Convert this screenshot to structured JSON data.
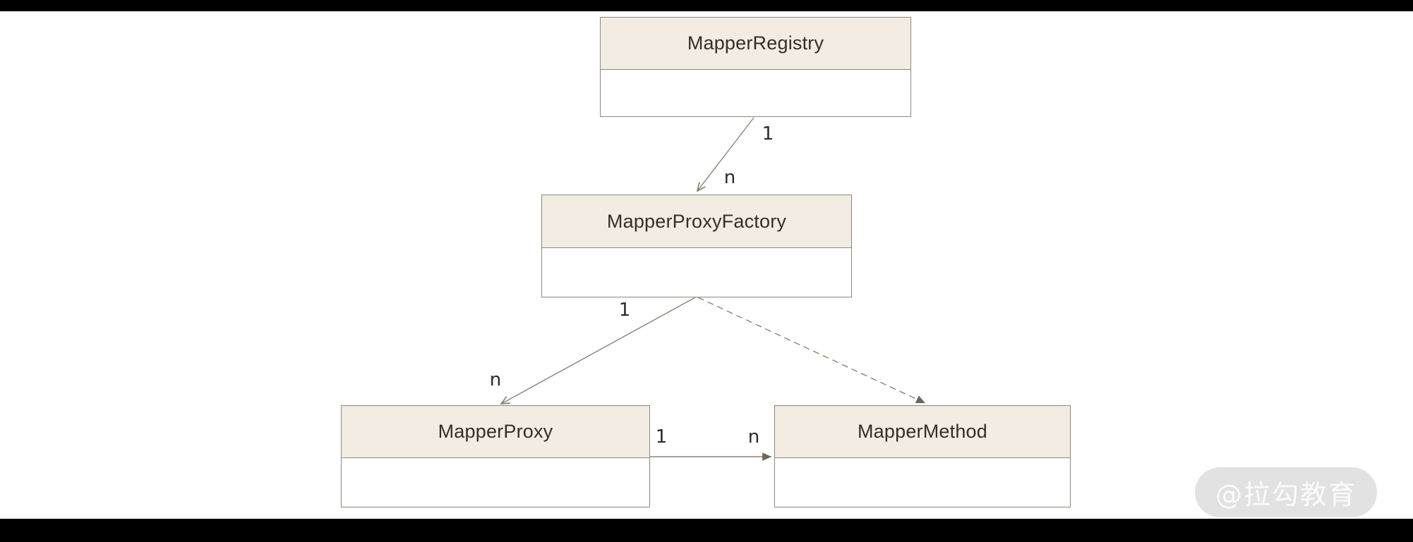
{
  "diagram": {
    "type": "uml-class-diagram",
    "classes": [
      {
        "name": "MapperRegistry"
      },
      {
        "name": "MapperProxyFactory"
      },
      {
        "name": "MapperProxy"
      },
      {
        "name": "MapperMethod"
      }
    ],
    "relations": [
      {
        "from": "MapperRegistry",
        "to": "MapperProxyFactory",
        "source_multiplicity": "1",
        "target_multiplicity": "n",
        "line_style": "solid",
        "arrowhead": "open"
      },
      {
        "from": "MapperProxyFactory",
        "to": "MapperProxy",
        "source_multiplicity": "1",
        "target_multiplicity": "n",
        "line_style": "solid",
        "arrowhead": "open"
      },
      {
        "from": "MapperProxyFactory",
        "to": "MapperMethod",
        "source_multiplicity": "",
        "target_multiplicity": "",
        "line_style": "dashed",
        "arrowhead": "solid"
      },
      {
        "from": "MapperProxy",
        "to": "MapperMethod",
        "source_multiplicity": "1",
        "target_multiplicity": "n",
        "line_style": "solid",
        "arrowhead": "solid"
      }
    ],
    "colors": {
      "class_header_fill": "#f2ece2",
      "class_body_fill": "#ffffff",
      "class_border": "#8e887d",
      "connector": "#8c8477",
      "text": "#322f2a",
      "letterbox": "#000000"
    }
  },
  "watermark": {
    "text": "@拉勾教育",
    "background": "#e2e2e2",
    "text_color": "#fbfbfb"
  }
}
